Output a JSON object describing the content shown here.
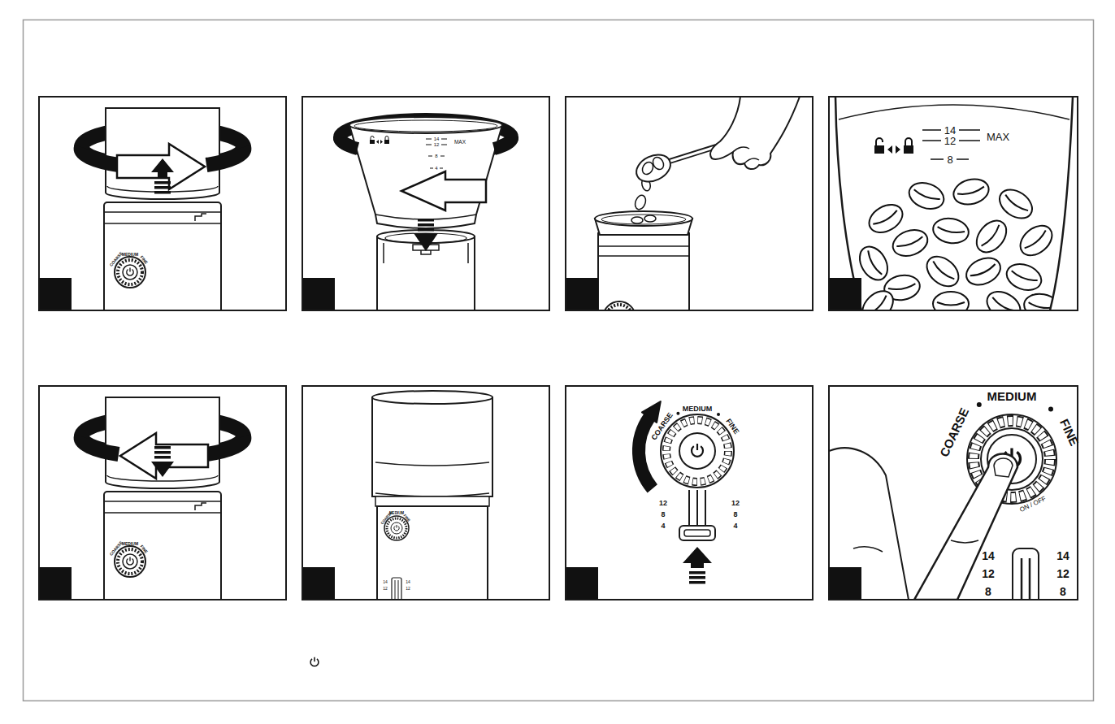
{
  "diagram": {
    "labels": [
      "COARSE",
      "MEDIUM",
      "FINE",
      "14",
      "12",
      "MAX",
      "8",
      "4",
      "14",
      "12",
      "MAX",
      "8",
      "COARSE",
      "MEDIUM",
      "FINE",
      "COARSE",
      "MEDIUM",
      "FINE",
      "14",
      "12",
      "14",
      "12",
      "COARSE",
      "MEDIUM",
      "FINE",
      "12",
      "8",
      "4",
      "12",
      "8",
      "4",
      "COARSE",
      "MEDIUM",
      "FINE",
      "ON / OFF",
      "14",
      "12",
      "8",
      "14",
      "12",
      "8"
    ]
  }
}
